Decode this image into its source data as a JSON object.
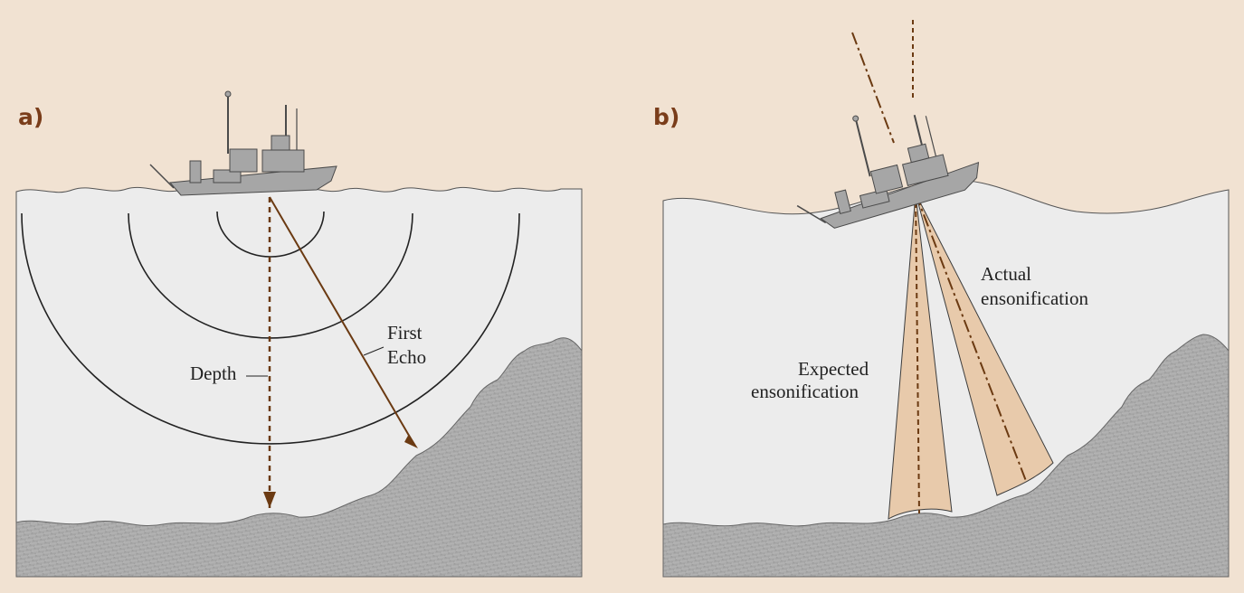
{
  "background_color": "#f1e2d2",
  "water_color": "#ececec",
  "seabed_color": "#a9a9a9",
  "ray_color": "#6b3a12",
  "beam_fill_color": "#e8c9a8",
  "panel_a": {
    "label": "a)",
    "depth_label": "Depth",
    "echo_label_line1": "First",
    "echo_label_line2": "Echo"
  },
  "panel_b": {
    "label": "b)",
    "actual_label_line1": "Actual",
    "actual_label_line2": "ensonification",
    "expected_label_line1": "Expected",
    "expected_label_line2": "ensonification"
  }
}
